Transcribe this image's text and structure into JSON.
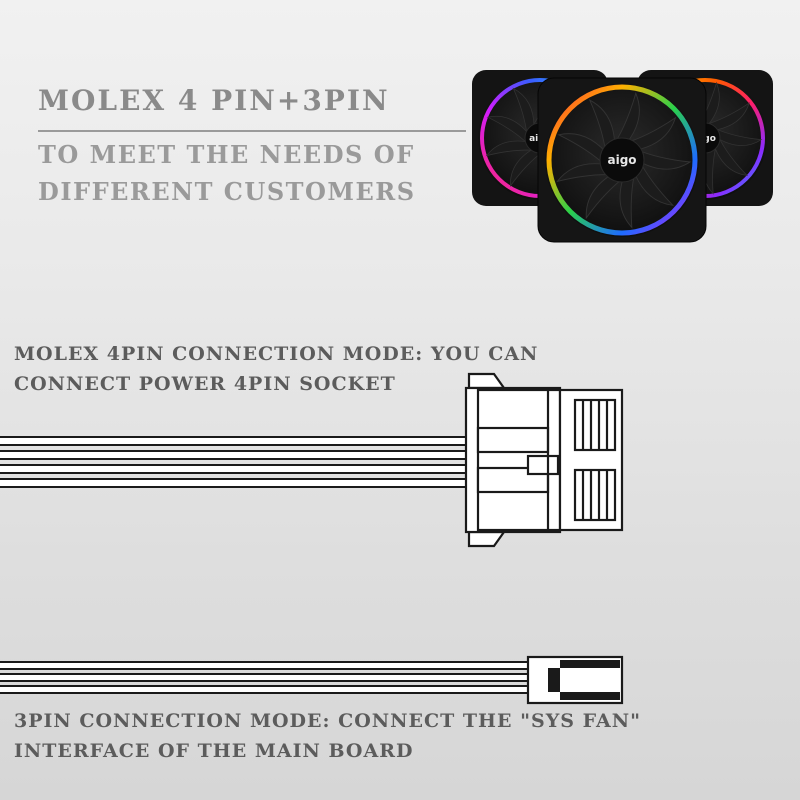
{
  "header": {
    "title": "MOLEX 4 PIN+3PIN",
    "subtitle_line1": "TO MEET THE NEEDS OF",
    "subtitle_line2": "DIFFERENT CUSTOMERS"
  },
  "molex_section": {
    "line1": "MOLEX 4PIN CONNECTION MODE:  YOU CAN",
    "line2": "CONNECT POWER 4PIN SOCKET"
  },
  "pin3_section": {
    "line1": "3PIN CONNECTION MODE: CONNECT THE \"SYS FAN\"",
    "line2": "INTERFACE OF THE MAIN BOARD"
  },
  "product": {
    "fan_count": 3,
    "hub_logo": "aigo"
  }
}
